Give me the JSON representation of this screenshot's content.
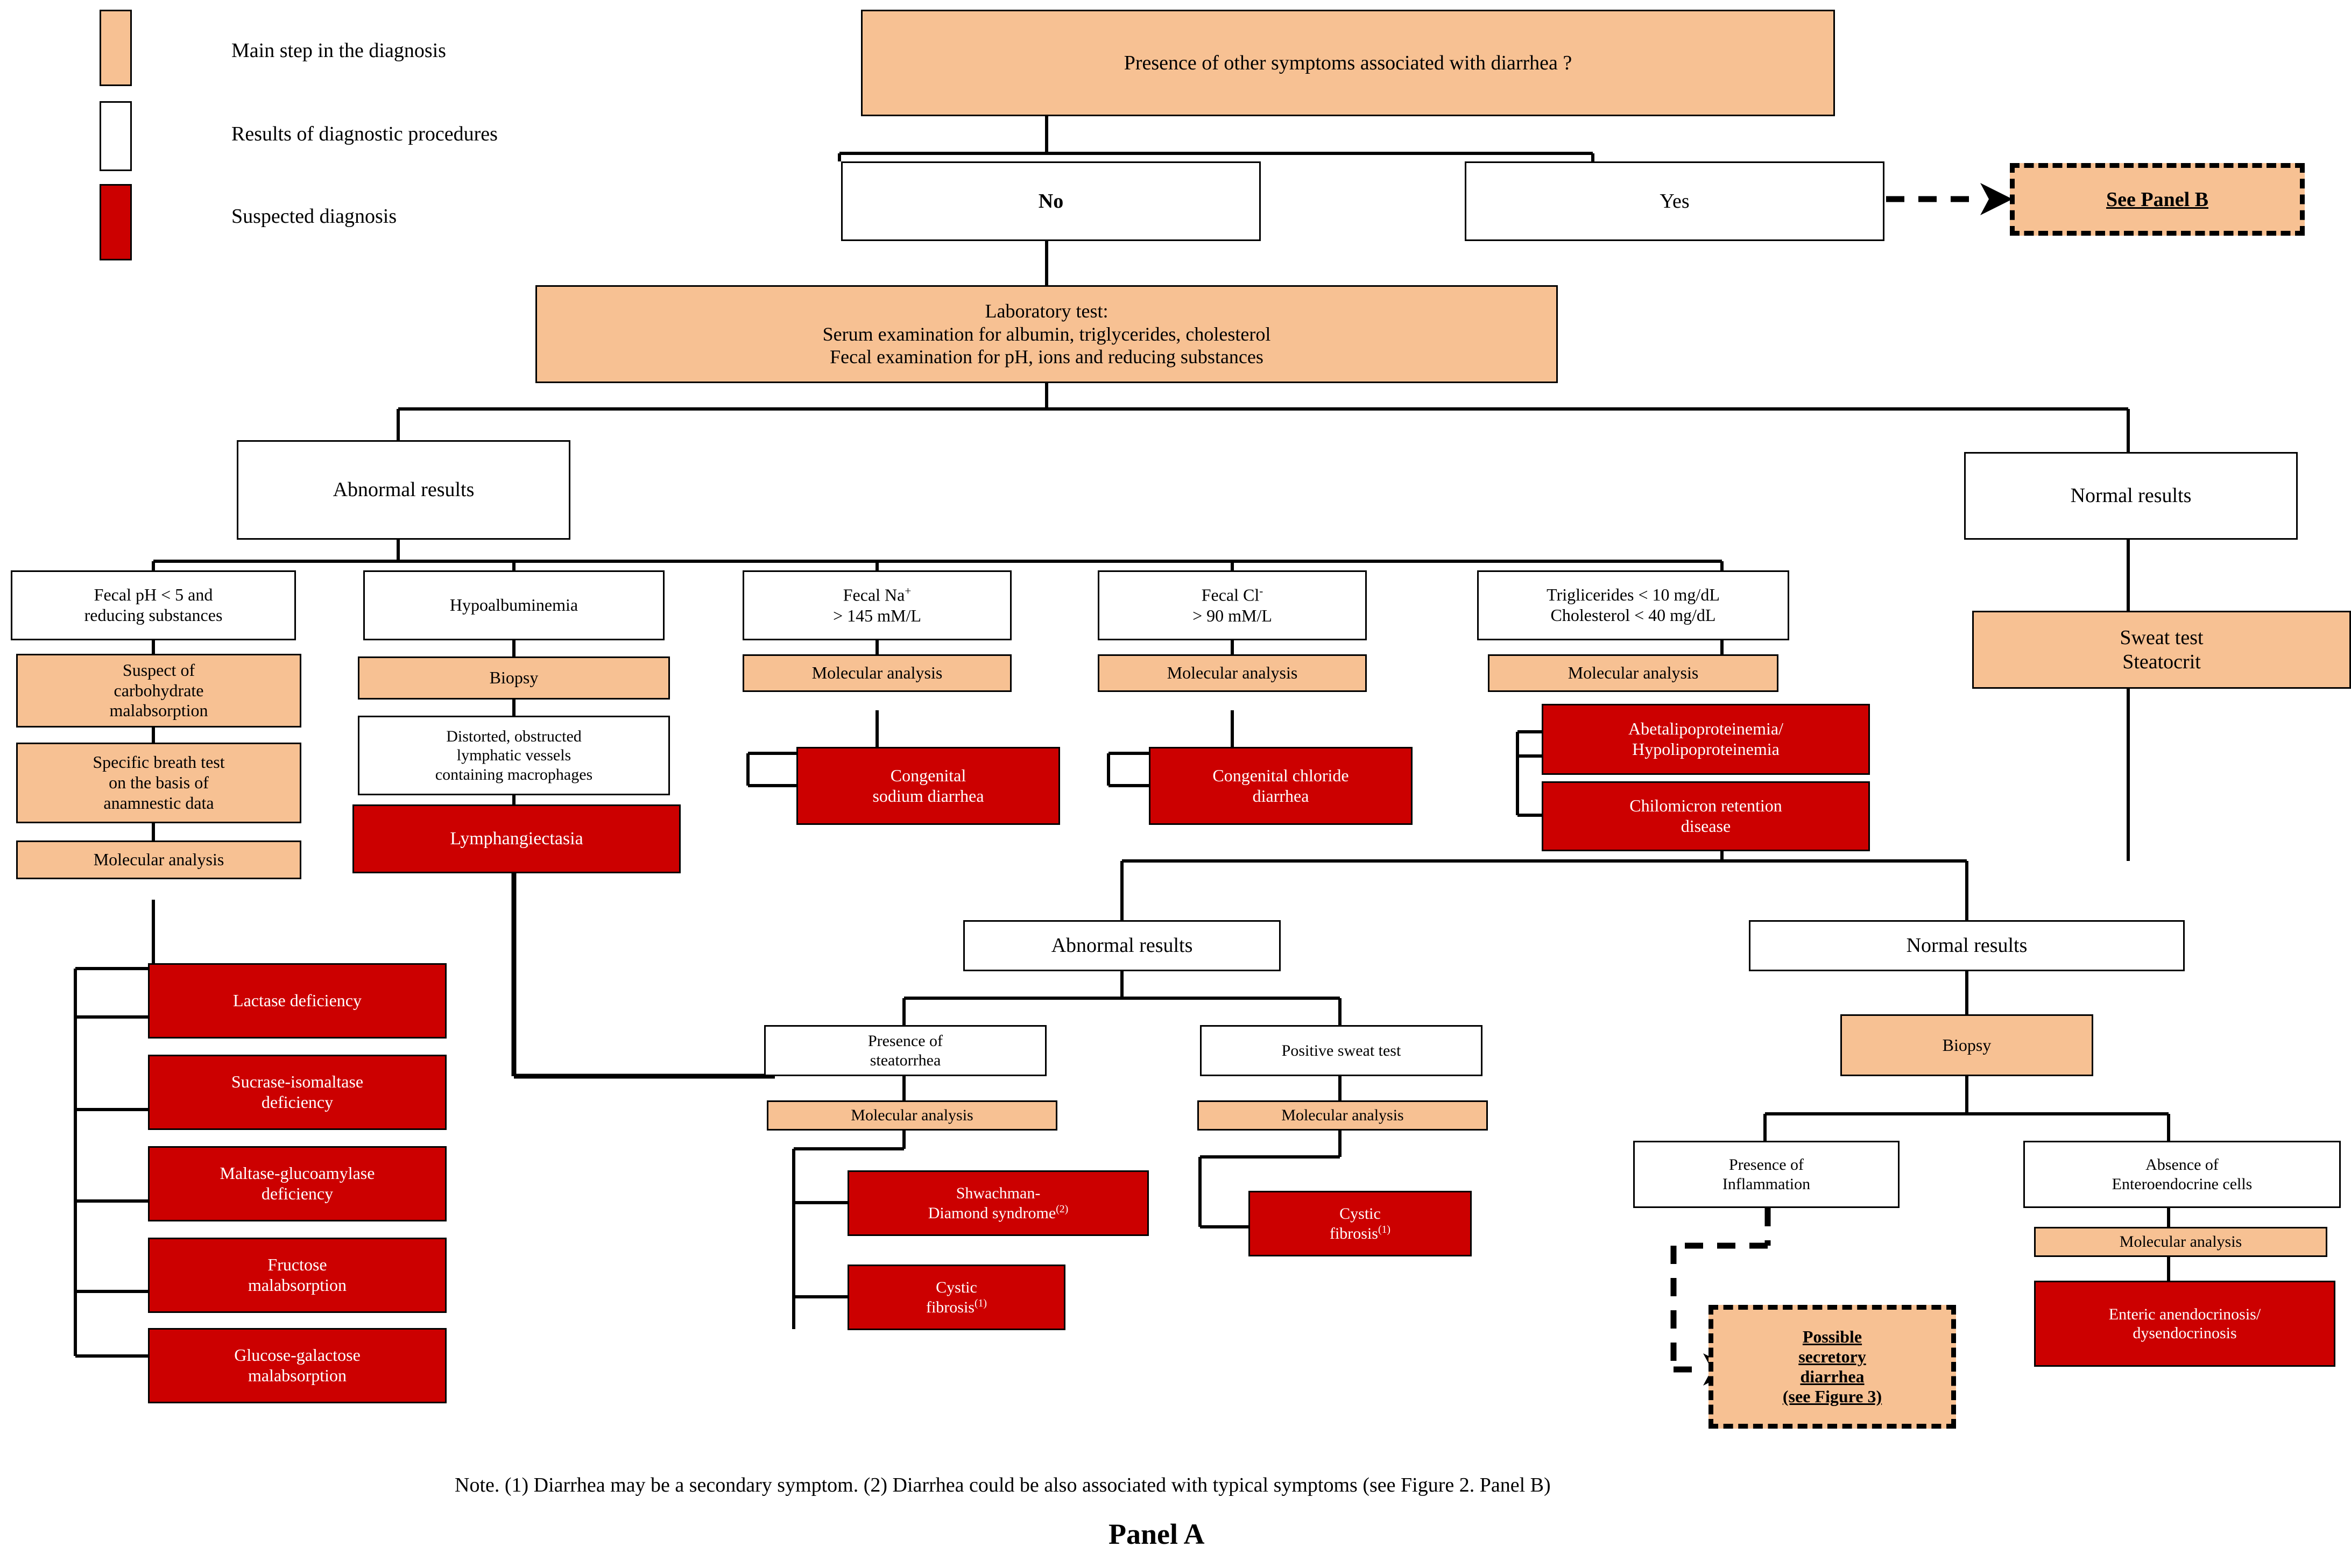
{
  "figure": {
    "panel_title": "Panel A",
    "note": "Note. (1) Diarrhea may be a secondary symptom. (2) Diarrhea could be also associated with typical symptoms (see Figure 2. Panel B)"
  },
  "colors": {
    "main_step": "#f7c193",
    "procedure_result": "#ffffff",
    "suspected_diagnosis": "#cc0000",
    "outline": "#000000"
  },
  "legend": {
    "items": [
      {
        "swatch": "main_step",
        "label": "Main step in the diagnosis"
      },
      {
        "swatch": "procedure_result",
        "label": "Results of diagnostic procedures"
      },
      {
        "swatch": "suspected_diagnosis",
        "label": "Suspected diagnosis"
      }
    ]
  },
  "nodes": {
    "root_question": "Presence of other symptoms associated with diarrhea ?",
    "answer_no": "No",
    "answer_yes": "Yes",
    "see_panel_b": "See Panel B",
    "lab_test_l1": "Laboratory test:",
    "lab_test_l2": "Serum examination for  albumin, triglycerides, cholesterol",
    "lab_test_l3": "Fecal examination for pH, ions and reducing substances",
    "abnormal_results_top": "Abnormal results",
    "normal_results_top": "Normal results",
    "fecal_ph_l1": "Fecal pH < 5 and",
    "fecal_ph_l2": "reducing substances",
    "suspect_carb_l1": "Suspect of",
    "suspect_carb_l2": "carbohydrate",
    "suspect_carb_l3": "malabsorption",
    "breath_test_l1": "Specific breath test",
    "breath_test_l2": "on the basis of",
    "breath_test_l3": "anamnestic data",
    "molecular_analysis": "Molecular  analysis",
    "dx_lactase": "Lactase deficiency",
    "dx_sucrase_l1": "Sucrase-isomaltase",
    "dx_sucrase_l2": "deficiency",
    "dx_maltase_l1": "Maltase-glucoamylase",
    "dx_maltase_l2": "deficiency",
    "dx_fructose_l1": "Fructose",
    "dx_fructose_l2": "malabsorption",
    "dx_glucgal_l1": "Glucose-galactose",
    "dx_glucgal_l2": "malabsorption",
    "hypoalbuminemia": "Hypoalbuminemia",
    "biopsy": "Biopsy",
    "distorted_l1": "Distorted, obstructed",
    "distorted_l2": "lymphatic vessels",
    "distorted_l3": "containing macrophages",
    "dx_lymphangiectasia": "Lymphangiectasia",
    "fecal_na_l1": "Fecal Na",
    "fecal_na_sup": "+",
    "fecal_na_l2": "> 145 mM/L",
    "dx_cong_sodium_l1": "Congenital",
    "dx_cong_sodium_l2": "sodium diarrhea",
    "fecal_cl_l1": "Fecal  Cl",
    "fecal_cl_sup": "-",
    "fecal_cl_l2": "> 90 mM/L",
    "dx_cong_chloride_l1": "Congenital chloride",
    "dx_cong_chloride_l2": "diarrhea",
    "lipids_l1": "Triglicerides < 10 mg/dL",
    "lipids_l2": "Cholesterol  < 40 mg/dL",
    "dx_abeta_l1": "Abetalipoproteinemia/",
    "dx_abeta_l2": "Hypolipoproteinemia",
    "dx_chilo_l1": "Chilomicron retention",
    "dx_chilo_l2": "disease",
    "sweat_test_l1": "Sweat test",
    "sweat_test_l2": "Steatocrit",
    "abnormal_results_mid": "Abnormal results",
    "normal_results_mid": "Normal results",
    "steatorrhea_l1": "Presence of",
    "steatorrhea_l2": "steatorrhea",
    "positive_sweat_test": "Positive sweat test",
    "dx_shwachman_l1": "Shwachman-",
    "dx_shwachman_l2": "Diamond syndrome",
    "dx_shwachman_sup": "(2)",
    "dx_cystic_l1": "Cystic",
    "dx_cystic_l2": "fibrosis",
    "dx_cystic_sup": "(1)",
    "inflammation_l1": "Presence of",
    "inflammation_l2": "Inflammation",
    "enteroendocrine_l1": "Absence of",
    "enteroendocrine_l2": "Enteroendocrine cells",
    "secretory_l1": "Possible",
    "secretory_l2": "secretory",
    "secretory_l3": "diarrhea",
    "secretory_l4": "(see Figure 3)",
    "dx_enteric_l1": "Enteric anendocrinosis/",
    "dx_enteric_l2": "dysendocrinosis"
  }
}
